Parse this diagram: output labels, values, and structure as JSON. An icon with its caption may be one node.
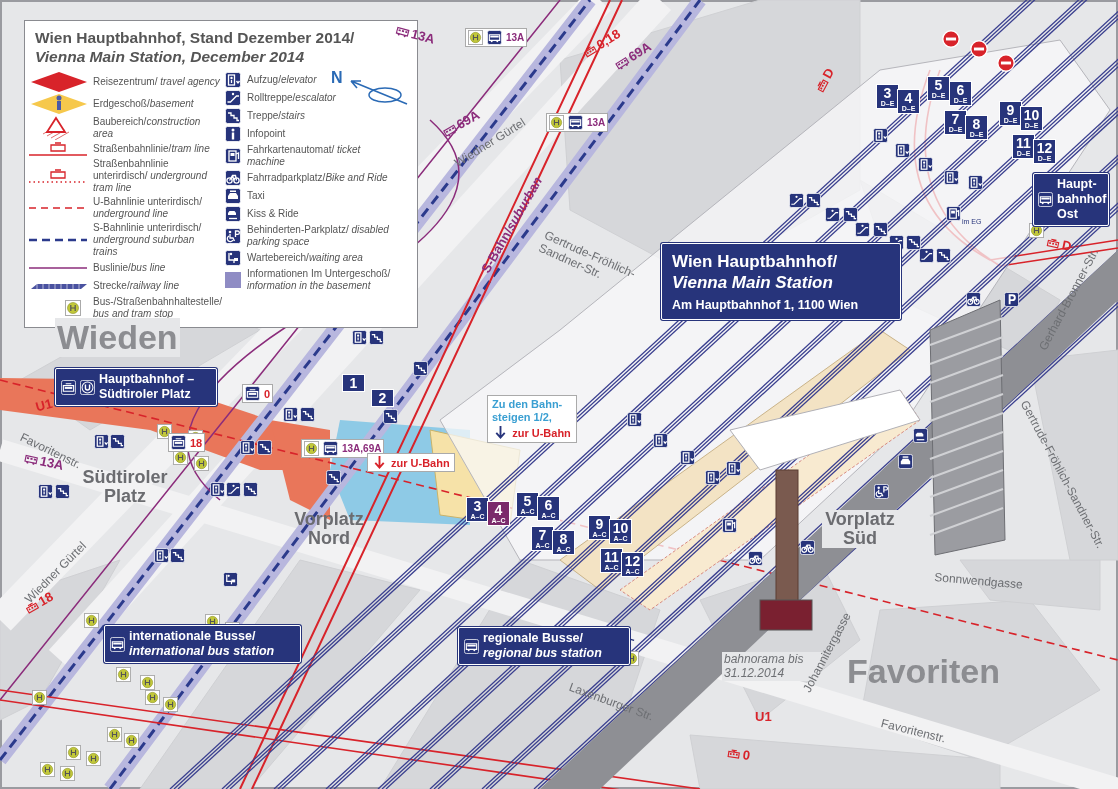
{
  "diagram": {
    "title": "Wien Hauptbahnhof, Stand Dezember 2014/ *Vienna Main Station, December 2014*",
    "labels": [
      "N",
      "13A",
      "13A",
      "0,18",
      "69A",
      "D",
      "69A",
      "Wiedner Gürtel",
      "13A",
      "3 D–E",
      "4 D–E",
      "5 D–E",
      "6 D–E",
      "7 D–E",
      "8 D–E",
      "9 D–E",
      "10 D–E",
      "11 D–E",
      "12 D–E",
      "Haupt-bahnhof Ost",
      "im EG",
      "D",
      "S-Bahn/*suburban*",
      "Gertrude-Fröhlich-Sandner-Str.",
      "Wien Hauptbahnhof/ *Vienna Main Station*",
      "Am Hauptbahnhof 1, 1100 Wien",
      "Gerhard-Bronner-Str.",
      "Wieden",
      "Hauptbahnhof – Südtiroler Platz",
      "U1",
      "0",
      "1",
      "2",
      "18",
      "Favoritenstr.",
      "13A",
      "Zu den Bahn-steigen 1/2,",
      "zur U-Bahn",
      "13A,69A",
      "zur U-Bahn",
      "Südtiroler Platz",
      "Gertrude-Fröhlich-Sandner-Str.",
      "3 A–C",
      "4 A–C",
      "5 A–C",
      "6 A–C",
      "7 A–C",
      "8 A–C",
      "9 A–C",
      "10 A–C",
      "11 A–C",
      "12 A–C",
      "Vorplatz Nord",
      "Vorplatz Süd",
      "Sonnwendgasse",
      "Wiedner Gürtel",
      "18",
      "internationale Busse/ *international bus station*",
      "regionale Busse/ *regional bus station*",
      "bahnorama bis 31.12.2014",
      "Johannitergasse",
      "Favoriten",
      "Laxenburger Str.",
      "U1",
      "Favoritenstr.",
      "0"
    ],
    "legend": [
      {
        "text": "Reisezentrum/ *travel agency*"
      },
      {
        "text": "Erdgeschoß/*basement*"
      },
      {
        "text": "Baubereich/*construction area*"
      },
      {
        "text": "Straßenbahnlinie/*tram line*"
      },
      {
        "text": "Straßenbahnlinie unterirdisch/ *underground tram line*"
      },
      {
        "text": "U-Bahnlinie unterirdisch/ *underground line*"
      },
      {
        "text": "S-Bahnlinie unterirdisch/ *underground suburban trains*"
      },
      {
        "text": "Buslinie/*bus line*"
      },
      {
        "text": "Strecke/*railway line*"
      },
      {
        "text": "Bus-/Straßenbahnhaltestelle/ *bus and tram stop*"
      },
      {
        "text": "Aufzug/*elevator*"
      },
      {
        "text": "Rolltreppe/*escalator*"
      },
      {
        "text": "Treppe/*stairs*"
      },
      {
        "text": "Infopoint"
      },
      {
        "text": "Fahrkartenautomat/ *ticket machine*"
      },
      {
        "text": "Fahrradparkplatz/*Bike and Ride*"
      },
      {
        "text": "Taxi"
      },
      {
        "text": "Kiss & Ride"
      },
      {
        "text": "Behinderten-Parkplatz/ *disabled parking space*"
      },
      {
        "text": "Wartebereich/*waiting area*"
      },
      {
        "text": "Informationen Im Untergeschoß/ *information in the basement*",
        "color": "#8f8cc4"
      }
    ]
  }
}
